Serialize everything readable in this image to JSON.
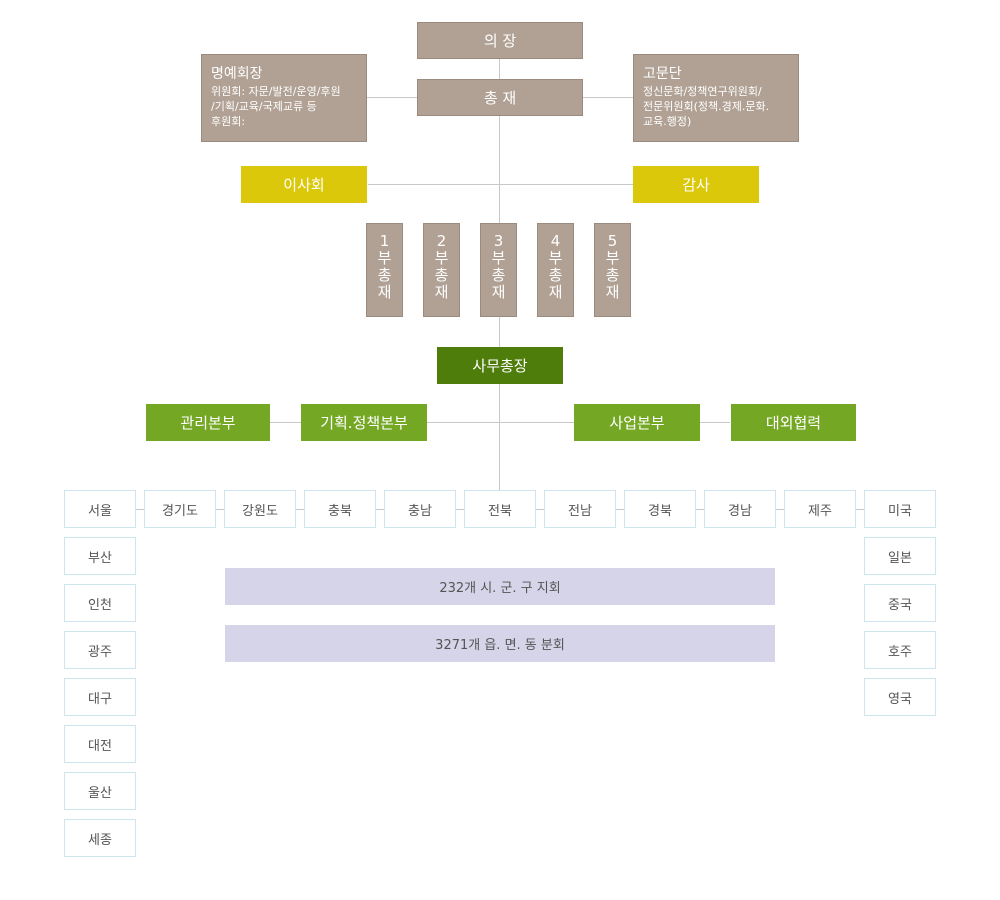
{
  "top": {
    "chairman": "의 장",
    "president": "총 재"
  },
  "honorary": {
    "title": "명예회장",
    "lines": [
      "위원회: 자문/발전/운영/후원",
      "/기획/교육/국제교류 등",
      "후원회:"
    ]
  },
  "advisory": {
    "title": "고문단",
    "lines": [
      "정신문화/정책연구위원회/",
      "전문위원회(정책.경제.문화.",
      "교육.행정)"
    ]
  },
  "board": "이사회",
  "audit": "감사",
  "vice_presidents": [
    [
      "1",
      "부",
      "총",
      "재"
    ],
    [
      "2",
      "부",
      "총",
      "재"
    ],
    [
      "3",
      "부",
      "총",
      "재"
    ],
    [
      "4",
      "부",
      "총",
      "재"
    ],
    [
      "5",
      "부",
      "총",
      "재"
    ]
  ],
  "secretary_general": "사무총장",
  "headquarters": [
    "관리본부",
    "기획.정책본부",
    "사업본부",
    "대외협력"
  ],
  "regions_row": [
    "서울",
    "경기도",
    "강원도",
    "충북",
    "충남",
    "전북",
    "전남",
    "경북",
    "경남",
    "제주",
    "미국"
  ],
  "regions_left": [
    "부산",
    "인천",
    "광주",
    "대구",
    "대전",
    "울산",
    "세종"
  ],
  "regions_right": [
    "일본",
    "중국",
    "호주",
    "영국"
  ],
  "branches": [
    "232개 시. 군. 구 지회",
    "3271개 읍. 면. 동 분회"
  ],
  "colors": {
    "brown": "#b0a194",
    "yellow": "#dcc80a",
    "dark_green": "#4e7d0b",
    "green": "#74a824",
    "band": "#d5d4e8",
    "cell_border": "#cde6ee"
  }
}
